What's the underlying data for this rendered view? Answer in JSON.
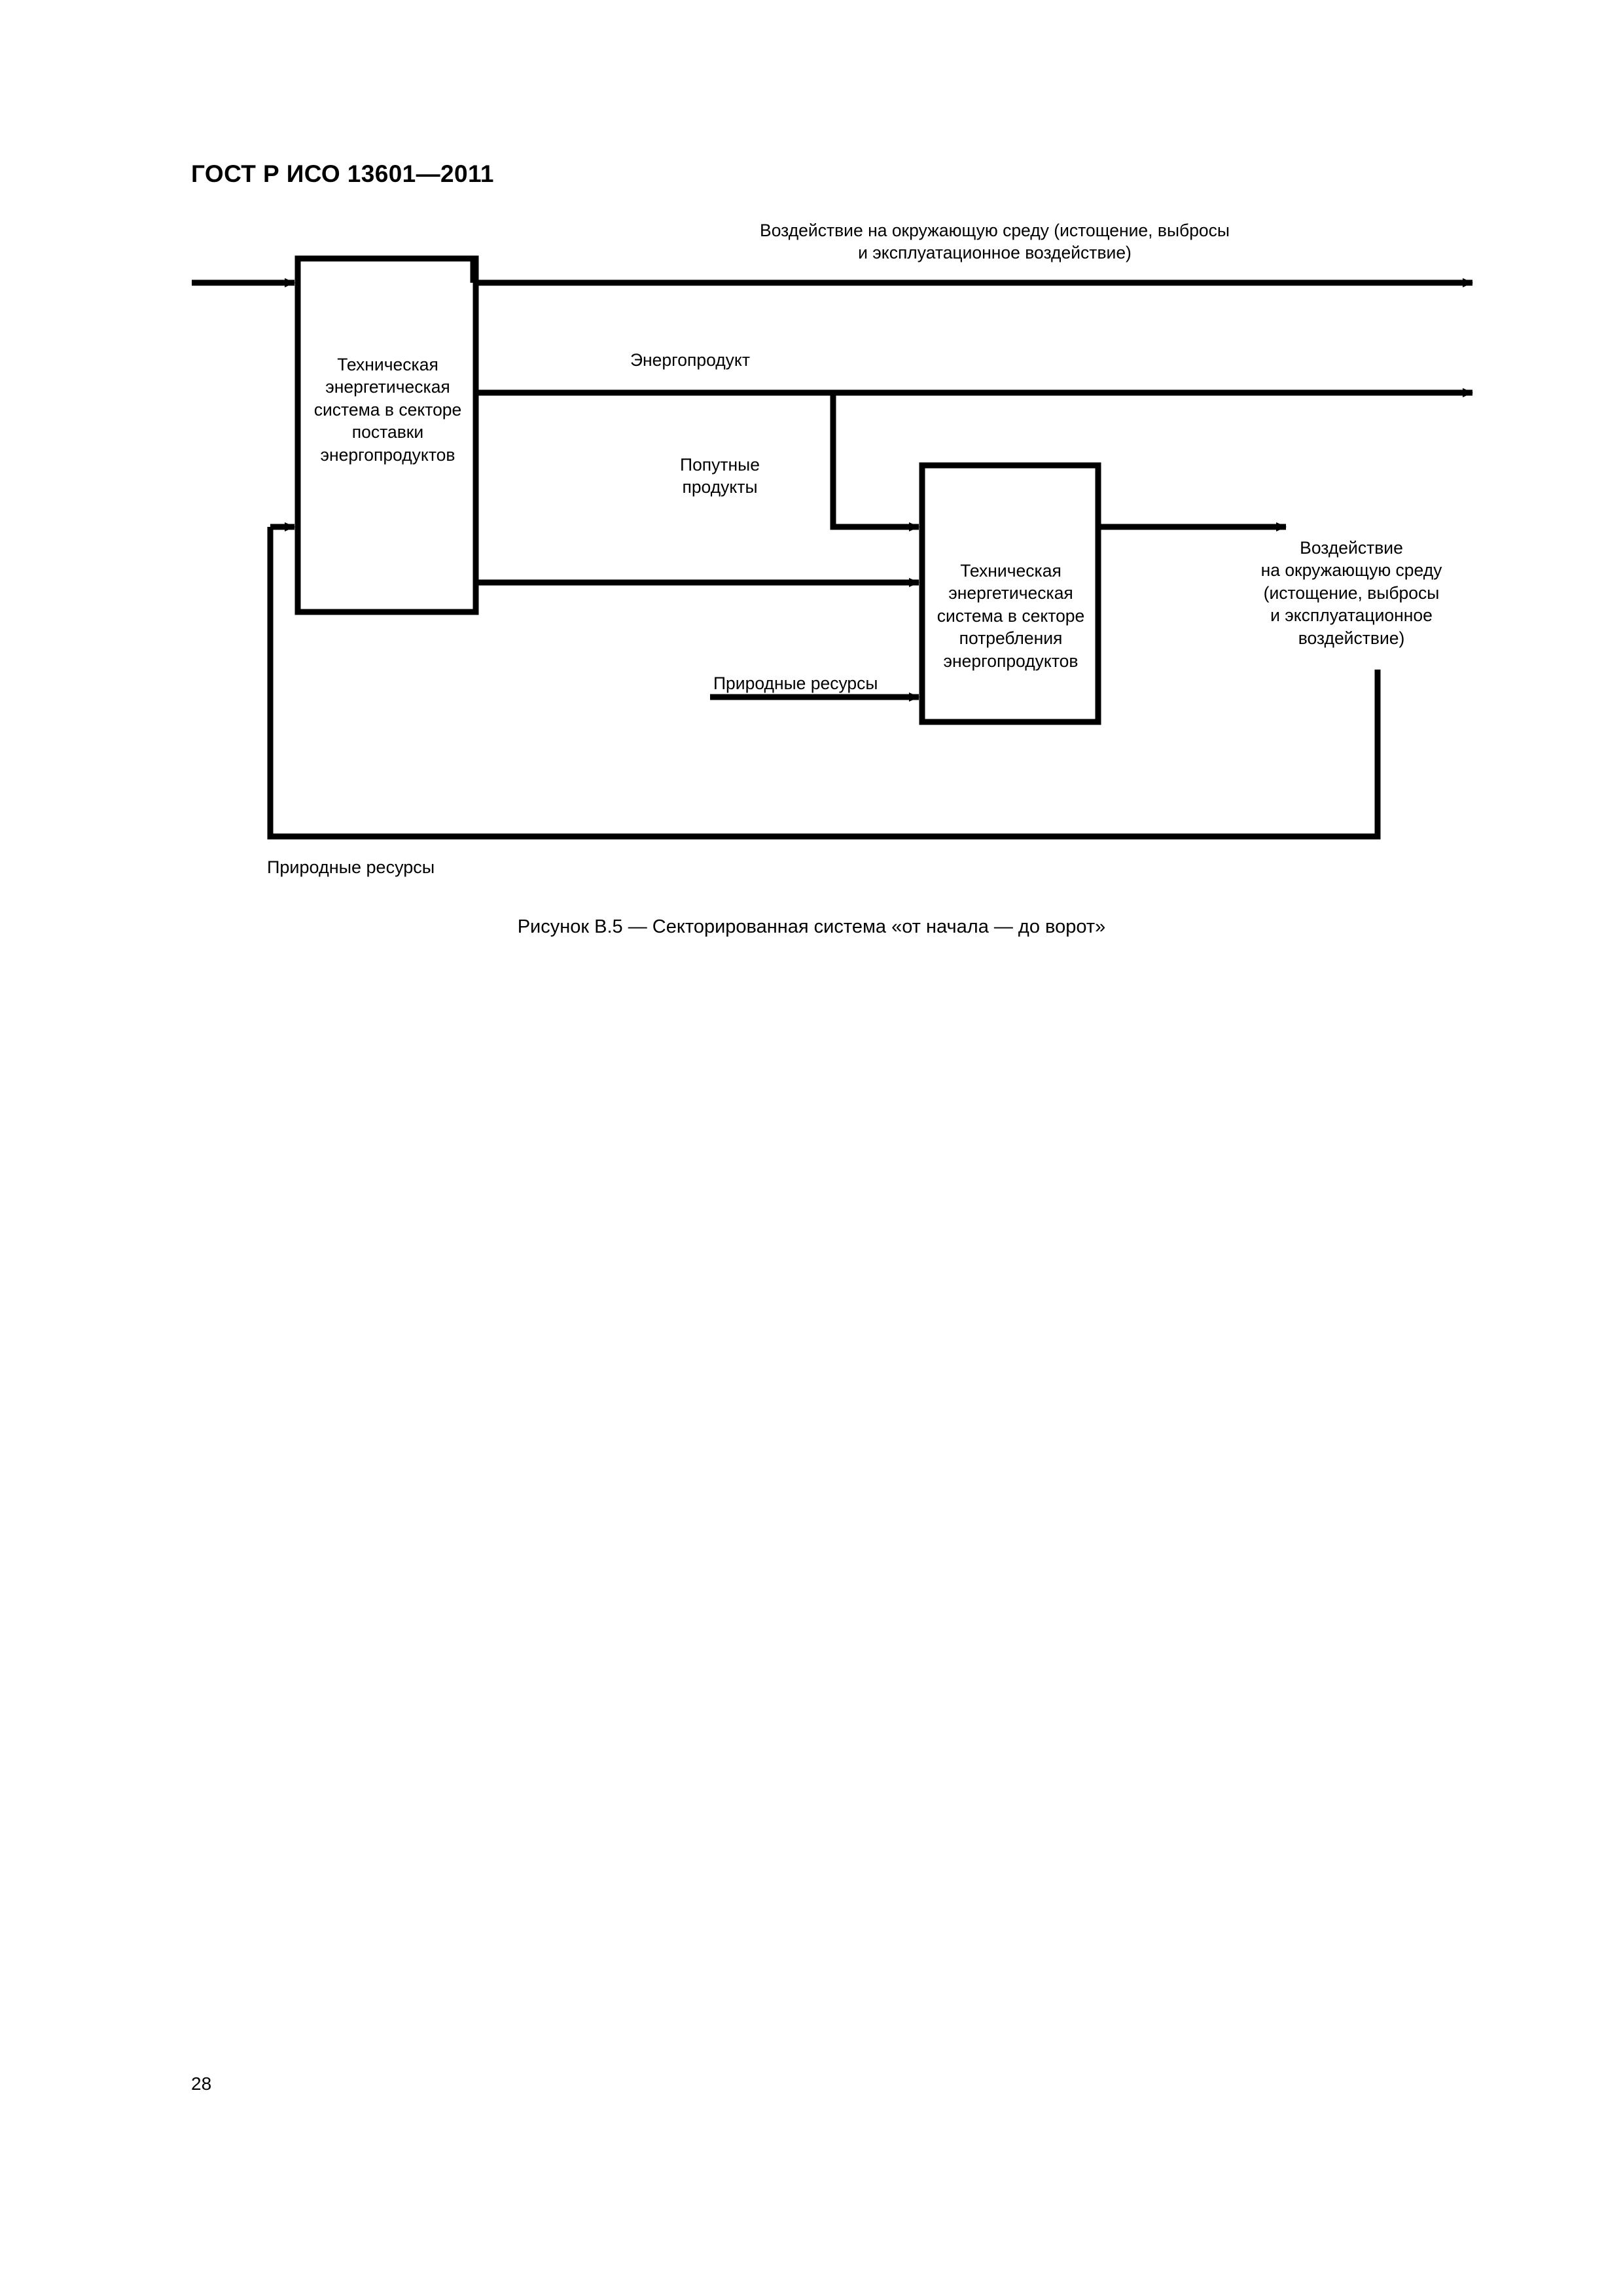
{
  "document": {
    "header": "ГОСТ Р ИСО 13601—2011",
    "page_number": "28"
  },
  "figure": {
    "caption": "Рисунок В.5 — Секторированная система «от начала — до ворот»",
    "boxes": [
      {
        "id": "supply",
        "label": "Техническая\nэнергетическая\nсистема в секторе\nпоставки\nэнергопродуктов"
      },
      {
        "id": "consumption",
        "label": "Техническая\nэнергетическая\nсистема в секторе\nпотребления\nэнергопродуктов"
      }
    ],
    "labels": {
      "env_impact_top": "Воздействие на окружающую среду (истощение, выбросы\nи эксплуатационное воздействие)",
      "energy_product": "Энергопродукт",
      "byproducts": "Попутные\nпродукты",
      "natural_resources_mid": "Природные ресурсы",
      "env_impact_right": "Воздействие\nна окружающую среду\n(истощение, выбросы\nи эксплуатационное\nвоздействие)",
      "natural_resources_bottom": "Природные ресурсы"
    },
    "colors": {
      "stroke": "#000000",
      "background": "#ffffff"
    }
  }
}
